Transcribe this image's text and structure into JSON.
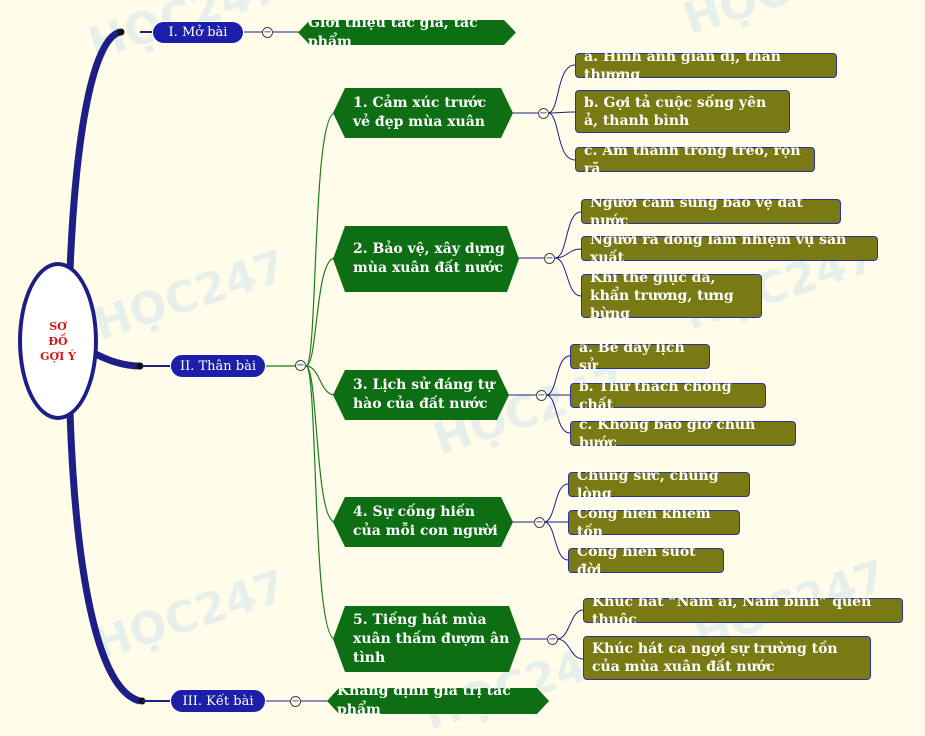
{
  "root": {
    "label": "SƠ ĐỒ GỢI Ý"
  },
  "sections": {
    "mo_bai": {
      "label": "I. Mở bài",
      "child": "Giới thiệu tác giả, tác phẩm"
    },
    "than_bai": {
      "label": "II. Thân bài",
      "topics": [
        {
          "label": "1. Cảm xúc trước vẻ đẹp mùa xuân",
          "items": [
            "a. Hình ảnh giản dị, thân thương",
            "b. Gợi tả cuộc sống yên ả, thanh bình",
            "c. Âm thanh trong trẻo, rộn rã"
          ]
        },
        {
          "label": "2. Bảo vệ, xây dựng mùa xuân đất nước",
          "items": [
            "Người cầm súng bảo vệ đất nước",
            "Người ra đồng làm nhiệm vụ sản xuất",
            "Khí thế giục dã, khẩn trương, tưng bừng"
          ]
        },
        {
          "label": "3. Lịch sử đáng tự hào của đất nước",
          "items": [
            "a. Bề dày lịch sử",
            "b. Thử thách chồng chất",
            "c. Không bao giờ chùn bước"
          ]
        },
        {
          "label": "4. Sự cống hiến của mỗi con người",
          "items": [
            "Chung sức, chung lòng",
            "Cống hiến khiêm tốn",
            "Cống hiến suốt đời"
          ]
        },
        {
          "label": "5. Tiếng hát mùa xuân thấm đượm ân tình",
          "items": [
            "Khúc hát “Nam ai, Nam bình” quen thuộc",
            "Khúc hát ca ngợi sự trường tồn của mùa xuân đất nước"
          ]
        }
      ]
    },
    "ket_bai": {
      "label": "III. Kết bài",
      "child": "Khẳng định giá trị tác phẩm"
    }
  },
  "watermark": "HỌC247",
  "colors": {
    "background": "#fffdea",
    "section": "#1d1fa8",
    "topic": "#0d6e14",
    "leaf": "#7a7a14",
    "root_text": "#d21a1a",
    "spine": "#1d1f86"
  }
}
